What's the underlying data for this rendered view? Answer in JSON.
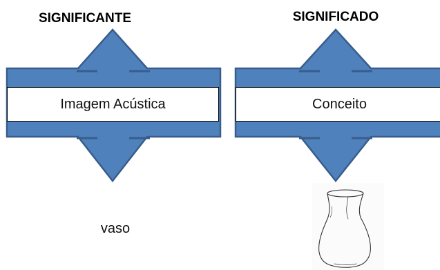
{
  "diagram": {
    "signifier": {
      "heading": "SIGNIFICANTE",
      "label": "Imagem Acústica",
      "example": "vaso"
    },
    "signified": {
      "heading": "SIGNIFICADO",
      "label": "Conceito"
    },
    "example_image_icon": "vase-sketch-icon",
    "colors": {
      "arrow_fill": "#4f81bd",
      "arrow_stroke": "#385d8a",
      "box_fill": "#ffffff",
      "text": "#000000"
    }
  }
}
